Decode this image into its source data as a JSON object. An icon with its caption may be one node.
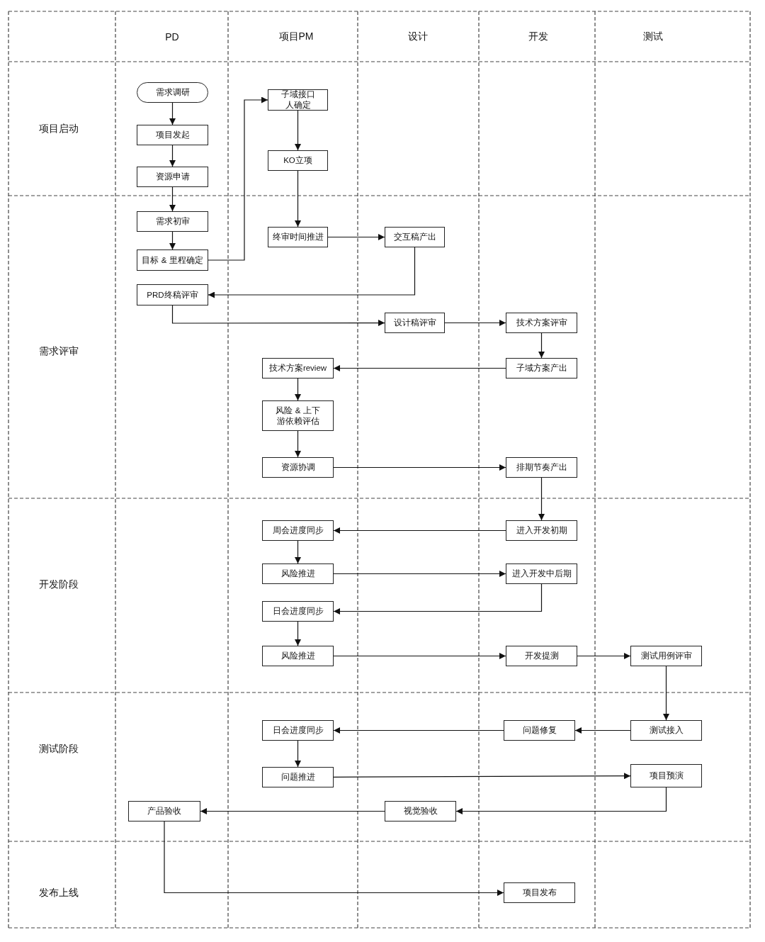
{
  "diagram": {
    "nodes": [
      {
        "text": [
          "需求调研"
        ]
      },
      {
        "text": [
          "项目发起"
        ]
      },
      {
        "text": [
          "资源申请"
        ]
      },
      {
        "text": [
          "子域接口人确定"
        ]
      },
      {
        "text": [
          "KO立项"
        ]
      },
      {
        "text": [
          "需求初审"
        ]
      },
      {
        "text": [
          "目标 & 里程确定"
        ]
      },
      {
        "text": [
          "终审时间推进"
        ]
      },
      {
        "text": [
          "交互稿产出"
        ]
      },
      {
        "text": [
          "PRD终稿评审"
        ]
      },
      {
        "text": [
          "设计稿评审"
        ]
      },
      {
        "text": [
          "技术方案评审"
        ]
      },
      {
        "text": [
          "技术方案review"
        ]
      },
      {
        "text": [
          "子域方案产出"
        ]
      },
      {
        "text": [
          "风险 & 上下游依赖评估"
        ]
      },
      {
        "text": [
          "资源协调"
        ]
      },
      {
        "text": [
          "排期节奏产出"
        ]
      },
      {
        "text": [
          "周会进度同步"
        ]
      },
      {
        "text": [
          "进入开发初期"
        ]
      },
      {
        "text": [
          "风险推进"
        ]
      },
      {
        "text": [
          "进入开发中后期"
        ]
      },
      {
        "text": [
          "日会进度同步"
        ]
      },
      {
        "text": [
          "风险推进"
        ]
      },
      {
        "text": [
          "开发提测"
        ]
      },
      {
        "text": [
          "测试用例评审"
        ]
      },
      {
        "text": [
          "日会进度同步"
        ]
      },
      {
        "text": [
          "问题修复"
        ]
      },
      {
        "text": [
          "测试接入"
        ]
      },
      {
        "text": [
          "问题推进"
        ]
      },
      {
        "text": [
          "项目预演"
        ]
      },
      {
        "text": [
          "产品验收"
        ]
      },
      {
        "text": [
          "视觉验收"
        ]
      },
      {
        "text": [
          "项目发布"
        ]
      }
    ],
    "edges": [
      {
        "from": 0,
        "to": 1,
        "arrow": "to"
      },
      {
        "from": 1,
        "to": 2,
        "arrow": "to"
      },
      {
        "from": 2,
        "to": 5,
        "arrow": "to"
      },
      {
        "from": 5,
        "to": 6,
        "arrow": "to"
      },
      {
        "from": 6,
        "to": 3,
        "arrow": "to"
      },
      {
        "from": 3,
        "to": 4,
        "arrow": "to"
      },
      {
        "from": 4,
        "to": 7,
        "arrow": "to"
      },
      {
        "from": 7,
        "to": 8,
        "arrow": "to"
      },
      {
        "from": 8,
        "to": 9,
        "arrow": "to"
      },
      {
        "from": 9,
        "to": 10,
        "arrow": "to"
      },
      {
        "from": 10,
        "to": 11,
        "arrow": "to"
      },
      {
        "from": 11,
        "to": 13,
        "arrow": "to"
      },
      {
        "from": 13,
        "to": 12,
        "arrow": "to"
      },
      {
        "from": 12,
        "to": 14,
        "arrow": "to"
      },
      {
        "from": 14,
        "to": 15,
        "arrow": "to"
      },
      {
        "from": 15,
        "to": 16,
        "arrow": "to"
      },
      {
        "from": 16,
        "to": 18,
        "arrow": "to"
      },
      {
        "from": 18,
        "to": 17,
        "arrow": "to"
      },
      {
        "from": 17,
        "to": 19,
        "arrow": "to"
      },
      {
        "from": 19,
        "to": 20,
        "arrow": "to"
      },
      {
        "from": 20,
        "to": 21,
        "arrow": "to"
      },
      {
        "from": 21,
        "to": 22,
        "arrow": "to"
      },
      {
        "from": 22,
        "to": 23,
        "arrow": "to"
      },
      {
        "from": 23,
        "to": 24,
        "arrow": "to"
      },
      {
        "from": 24,
        "to": 27,
        "arrow": "to"
      },
      {
        "from": 27,
        "to": 26,
        "arrow": "to"
      },
      {
        "from": 26,
        "to": 25,
        "arrow": "to"
      },
      {
        "from": 25,
        "to": 28,
        "arrow": "to"
      },
      {
        "from": 28,
        "to": 29,
        "arrow": "to"
      },
      {
        "from": 29,
        "to": 31,
        "arrow": "to"
      },
      {
        "from": 31,
        "to": 30,
        "arrow": "to"
      },
      {
        "from": 30,
        "to": 32,
        "arrow": "to"
      }
    ],
    "labels": [
      "PD",
      "项目PM",
      "设计",
      "开发",
      "测试",
      "项目启动",
      "需求评审",
      "开发阶段",
      "测试阶段",
      "发布上线"
    ]
  }
}
